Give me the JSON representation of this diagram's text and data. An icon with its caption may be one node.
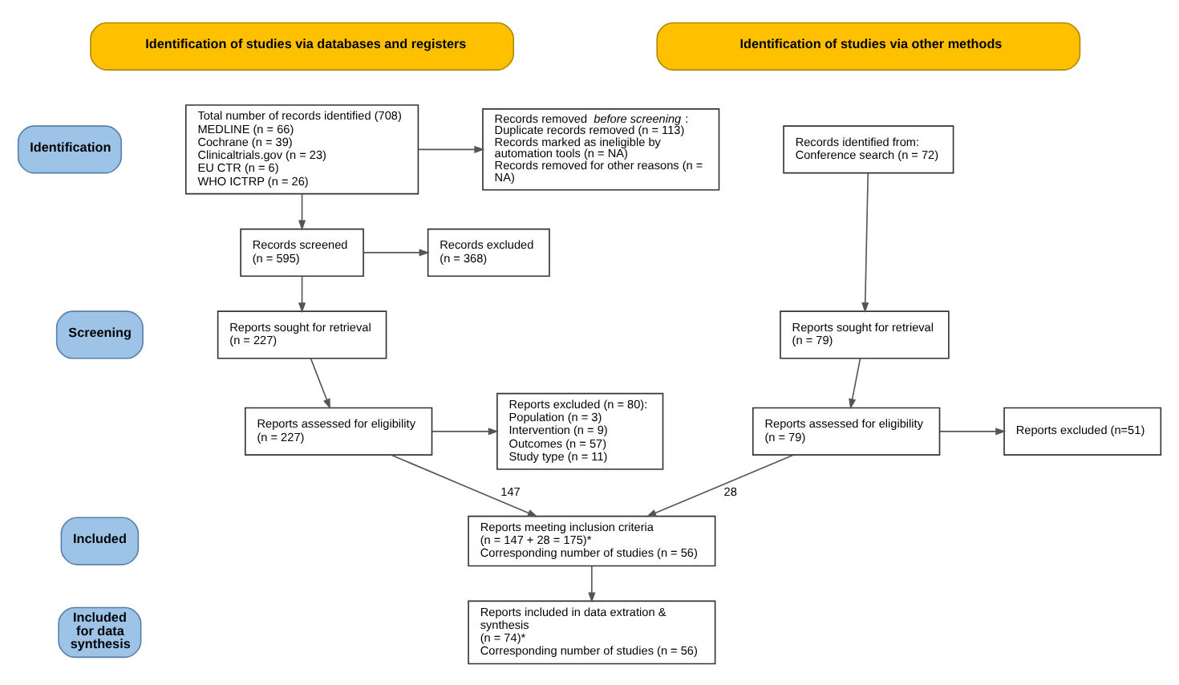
{
  "diagram": {
    "nodes": [
      {
        "text": [
          "Identification of studies via databases and registers"
        ]
      },
      {
        "text": [
          "Identification of studies via other methods"
        ]
      },
      {
        "text": [
          "Identification"
        ]
      },
      {
        "text": [
          "Screening"
        ]
      },
      {
        "text": [
          "Included"
        ]
      },
      {
        "text": [
          "Included for data synthesis"
        ]
      },
      {
        "text": [
          "Total number of records identified (708)",
          "MEDLINE (n = 66)",
          "Cochrane (n = 39)",
          "Clinicaltrials.gov (n = 23)",
          "EU CTR (n = 6)",
          "WHO ICTRP (n = 26)"
        ]
      },
      {
        "text": [
          "Records removed *before screening*:",
          "Duplicate records removed (n = 113)",
          "Records marked as ineligible by automation tools (n = NA)",
          "Records removed for other reasons (n = NA)"
        ]
      },
      {
        "text": [
          "Records screened",
          "(n = 595)"
        ]
      },
      {
        "text": [
          "Records excluded",
          "(n = 368)"
        ]
      },
      {
        "text": [
          "Reports sought for retrieval",
          "(n = 227)"
        ]
      },
      {
        "text": [
          "Reports assessed for eligibility",
          "(n = 227)"
        ]
      },
      {
        "text": [
          "Reports excluded (n = 80):",
          "Population (n = 3)",
          "Intervention (n = 9)",
          "Outcomes (n = 57)",
          "Study type (n = 11)"
        ]
      },
      {
        "text": [
          "Reports meeting inclusion criteria",
          "(n = 147 + 28 = 175)*",
          "Corresponding number of studies (n = 56)"
        ]
      },
      {
        "text": [
          "Reports included in data extration & synthesis",
          "(n = 74)*",
          "Corresponding number of studies (n = 56)"
        ]
      },
      {
        "text": [
          "Records identified from:",
          "Conference search (n = 72)"
        ]
      },
      {
        "text": [
          "Reports sought for retrieval",
          "(n = 79)"
        ]
      },
      {
        "text": [
          "Reports assessed for eligibility",
          "(n = 79)"
        ]
      },
      {
        "text": [
          "Reports excluded (n=51)"
        ]
      }
    ],
    "edges": [
      {
        "from": 6,
        "to": 7,
        "arrow": "to"
      },
      {
        "from": 6,
        "to": 8,
        "arrow": "to"
      },
      {
        "from": 8,
        "to": 9,
        "arrow": "to"
      },
      {
        "from": 8,
        "to": 10,
        "arrow": "to"
      },
      {
        "from": 10,
        "to": 11,
        "arrow": "to"
      },
      {
        "from": 11,
        "to": 12,
        "arrow": "to"
      },
      {
        "from": 11,
        "to": 13,
        "arrow": "to",
        "label": "147"
      },
      {
        "from": 13,
        "to": 14,
        "arrow": "to"
      },
      {
        "from": 15,
        "to": 16,
        "arrow": "to"
      },
      {
        "from": 16,
        "to": 17,
        "arrow": "to"
      },
      {
        "from": 17,
        "to": 18,
        "arrow": "to"
      },
      {
        "from": 17,
        "to": 13,
        "arrow": "to",
        "label": "28"
      }
    ]
  }
}
